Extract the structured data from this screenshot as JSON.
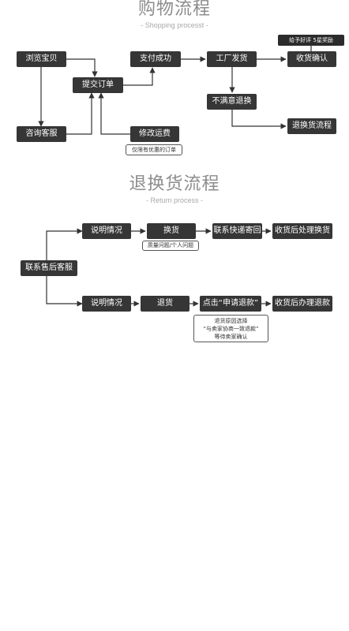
{
  "shopping": {
    "title": "购物流程",
    "subtitle": "- Shopping processt -",
    "nodes": {
      "browse": "浏览宝贝",
      "consult": "咨询客服",
      "submit": "提交订单",
      "pay": "支付成功",
      "factory": "工厂发货",
      "receive": "收货确认",
      "unsatisfied": "不满意退换",
      "return_flow": "退换货流程",
      "modify_shipping": "修改运费"
    },
    "reward_badge": "给予好评 5星奖励",
    "note_discount": "仅限有优惠的订单"
  },
  "returns": {
    "title": "退换货流程",
    "subtitle": "- Return process -",
    "nodes": {
      "contact": "联系售后客服",
      "explain_exchange": "说明情况",
      "exchange": "换货",
      "express": "联系快递寄回",
      "process_exchange": "收货后处理换货",
      "explain_refund": "说明情况",
      "refund": "退货",
      "apply_refund": "点击“申请退款”",
      "process_refund": "收货后办理退款"
    },
    "note_quality": "质量问题/个人问题",
    "note_refund_lines": [
      "退货原因选择",
      "“与卖家协商一致退款”",
      "等待卖家确认"
    ]
  },
  "colors": {
    "node_fill": "#363636",
    "line": "#333333",
    "title": "#8c8c8c"
  }
}
